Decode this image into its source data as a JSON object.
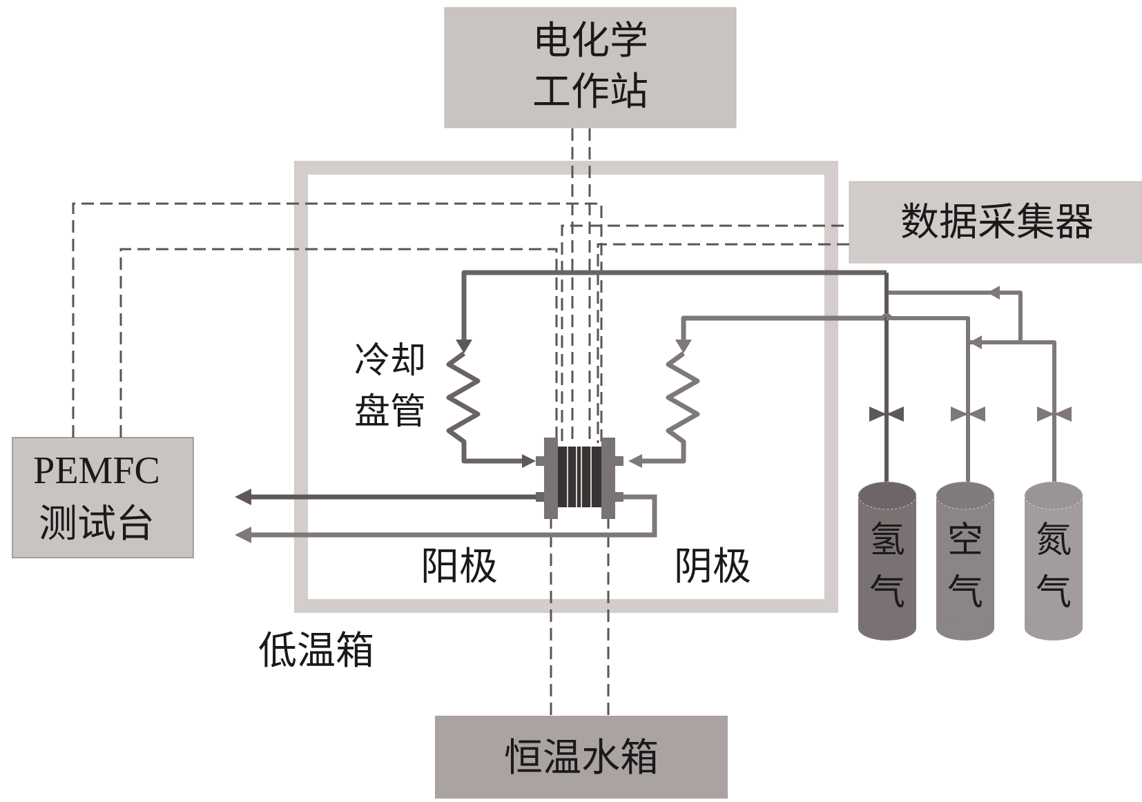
{
  "diagram": {
    "title": "PEMFC low-temperature test system schematic",
    "boxes": {
      "electrochemical_workstation": {
        "line1": "电化学",
        "line2": "工作站"
      },
      "data_acquisition": {
        "label": "数据采集器"
      },
      "pemfc_test_bench": {
        "line1": "PEMFC",
        "line2": "测试台"
      },
      "thermostatic_water_tank": {
        "label": "恒温水箱"
      }
    },
    "labels": {
      "cooling_coil_line1": "冷却",
      "cooling_coil_line2": "盘管",
      "anode": "阳极",
      "cathode": "阴极",
      "low_temp_chamber": "低温箱"
    },
    "cylinders": [
      {
        "id": "hydrogen",
        "line1": "氢",
        "line2": "气",
        "color": "#7a7272"
      },
      {
        "id": "air",
        "line1": "空",
        "line2": "气",
        "color": "#8c8585"
      },
      {
        "id": "nitrogen",
        "line1": "氮",
        "line2": "气",
        "color": "#a29c9c"
      }
    ],
    "colors": {
      "box_fill": "#c9c3c1",
      "box_fill_dark": "#aaa3a1",
      "chamber_wall": "#d3cdcb",
      "pipe_dark": "#5f5858",
      "pipe_mid": "#7f7878",
      "dashed_line": "#5a5454",
      "stack_plate": "#7a7373",
      "stack_core": "#2e2828"
    }
  }
}
